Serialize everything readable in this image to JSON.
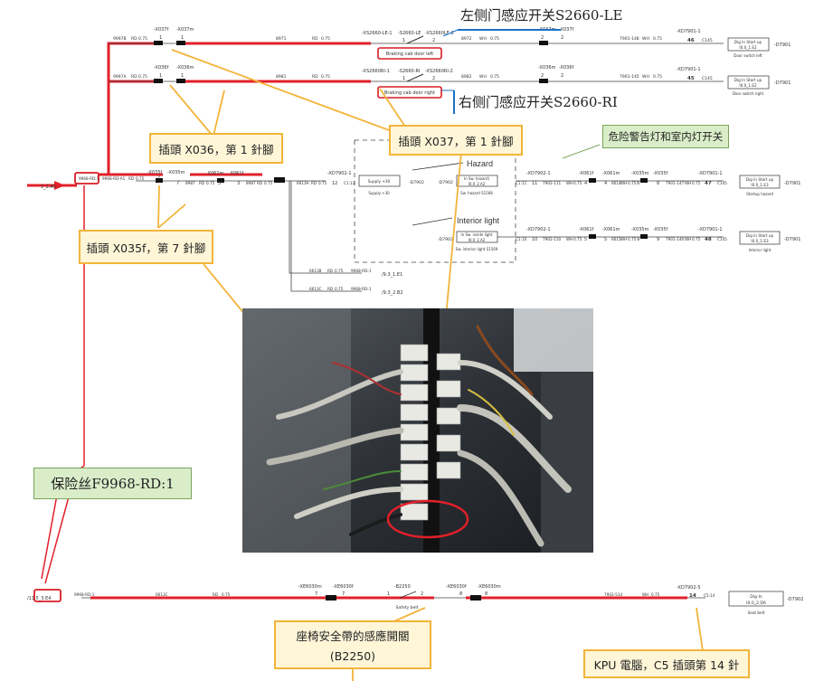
{
  "top_labels": {
    "left_door_switch": "左侧门感应开关S2660-LE",
    "right_door_switch": "右侧门感应开关S2660-RI",
    "hazard_interior_switch": "危险警告灯和室内灯开关"
  },
  "callouts": {
    "x036": "插頭 X036，第 1 針腳",
    "x037": "插頭 X037，第 1 針腳",
    "x035f": "插頭 X035f，第 7 針腳",
    "fuse": "保险丝F9968-RD:1",
    "seat_belt_line1": "座椅安全帶的感應開關",
    "seat_belt_line2": "(B2250)",
    "kpu": "KPU 電腦，C5 插頭第 14 針"
  },
  "row1": {
    "wire_left": "9997B",
    "color1": "RD",
    "gauge1": "0.75",
    "conn1": "-X037f",
    "conn1b": "-X037m",
    "pin1": "1",
    "pin1b": "1",
    "wire2": "8971",
    "color2": "RD",
    "gauge2": "0.75",
    "switch_name": "-XS2660-LE-1",
    "switch_mid": "-S2660-LE",
    "switch_right": "-XS2660LE-2",
    "pin_s1": "1",
    "pin_s2": "2",
    "switch_label": "Braking cab door left",
    "wire3": "8972",
    "color3": "WH",
    "gauge3": "0.75",
    "conn2": "-X037m",
    "conn2b": "-X037f",
    "pin2": "2",
    "pin2b": "2",
    "wire4": "7901-148",
    "color4": "WH",
    "gauge4": "0.75",
    "kpu_conn": "-XD7901-1",
    "kpu_pin": "46",
    "kpu_sub": "C145",
    "box_title": "Dig In Start up",
    "box_addr": "I0.0_1.E2",
    "box_desc": "Door switch left",
    "device": "-D7901"
  },
  "row2": {
    "wire_left": "9997A",
    "color1": "RD",
    "gauge1": "0.75",
    "conn1": "-X036f",
    "conn1b": "-X036m",
    "pin1": "1",
    "pin1b": "1",
    "wire2": "8981",
    "color2": "RD",
    "gauge2": "0.75",
    "switch_name": "-XS2660RI-1",
    "switch_mid": "-S2660-RI",
    "switch_right": "-XS2660RI-2",
    "pin_s1": "1",
    "pin_s2": "2",
    "switch_label": "Braking cab door right",
    "wire3": "8982",
    "color3": "WH",
    "gauge3": "0.75",
    "conn2": "-X036m",
    "conn2b": "-X036f",
    "pin2": "2",
    "pin2b": "2",
    "wire4": "7901-145",
    "color4": "WH",
    "gauge4": "0.75",
    "kpu_conn": "-XD7901-1",
    "kpu_pin": "45",
    "kpu_sub": "C145",
    "box_title": "Dig In Start up",
    "box_addr": "I0.0_1.E2",
    "box_desc": "Door switch right",
    "device": "-D7901"
  },
  "row3": {
    "ref_in": "5_2.A5",
    "fuse_tag": "9968-RD:1",
    "wire1": "9968-RD-A1",
    "color1": "RD",
    "gauge1": "0.75",
    "conn1": "-X035f",
    "conn1b": "-X035m",
    "pin1": "7",
    "pin1b": "7",
    "wire2": "8987",
    "color2": "RD",
    "gauge2": "0.75",
    "conn_a": "-X061m",
    "conn_af": "-X061f",
    "pin_a": "3",
    "pin_b": "3",
    "wire3": "8987",
    "color3": "RD",
    "gauge3": "0.75",
    "wire4": "6613A",
    "color4": "RD",
    "gauge4": "0.75",
    "kpu_in_conn": "-XD7902-1",
    "kpu_in_pin": "12",
    "kpu_in_sub": "C1:13",
    "supply_box": "Supply +30",
    "supply_sub": "Supply +30",
    "dev1": "-D7902",
    "dev2": "-D7902",
    "hazard_label": "Hazard",
    "hazard_box": "In Sw. hazard)",
    "hazard_addr": "I0.0_2.A2",
    "hazard_sub": "Sw. hazard S1568",
    "out_conn": "-XD7902-1",
    "out_pin": "11",
    "out_sub": "C1:11",
    "out_wire": "7902-111",
    "out_color": "WH",
    "out_gauge": "0.75",
    "x061f": "-X061f",
    "x061m": "-X061m",
    "x035m": "-X035m",
    "x035f": "-X035f",
    "p4": "4",
    "p4b": "4",
    "p8": "8",
    "p8b": "8",
    "wire_6614": "6614",
    "color_6614": "WH",
    "gauge_6614": "0.75",
    "wire_7901": "7901-147",
    "color_7901": "WH",
    "gauge_7901": "0.75",
    "kpu_conn": "-XD7901-1",
    "kpu_pin": "47",
    "kpu_sub": "C145",
    "box_title": "Dig In Start up",
    "box_addr": "I0.0_1.E3",
    "box_desc": "Startup hazard",
    "device": "-D7901"
  },
  "row4": {
    "interior_label": "Interior light",
    "box": "In Sw. inside light",
    "addr": "I0.0_2.A2",
    "sub": "Sw. interior light S1569",
    "dev": "-D7902",
    "out_conn": "-XD7902-1",
    "out_pin": "10",
    "out_sub": "C1:10",
    "out_wire": "7902-110",
    "out_color": "WH",
    "out_gauge": "0.75",
    "x061f": "-X061f",
    "x061m": "-X061m",
    "x035m": "-X035m",
    "x035f": "-X035f",
    "p5": "5",
    "p5b": "5",
    "p9": "9",
    "p9b": "9",
    "wire_6615": "6615",
    "color_6615": "WH",
    "gauge_6615": "0.75",
    "wire_7901": "7901-146",
    "color_7901": "WH",
    "gauge_7901": "0.75",
    "kpu_conn": "-XD7901-1",
    "kpu_pin": "48",
    "kpu_sub": "C145",
    "box_title": "Dig In Start up",
    "box_addr": "I0.0_1.E3",
    "box_desc": "Interior light",
    "device": "-D7901"
  },
  "branches": {
    "wire_a": "6613B",
    "color_a": "RD",
    "gauge_a": "0.75",
    "tag_a": "9968-RD-1",
    "ref_a": "/9.3_1.E1",
    "wire_b": "6613C",
    "color_b": "RD",
    "gauge_b": "0.75",
    "tag_b": "9968-RD-1",
    "ref_b": "/9.3_2.B2"
  },
  "row5": {
    "ref_in": "/11.5_3.E4",
    "tag": "9968-RD:1",
    "wire1": "6613C",
    "color1": "RD",
    "gauge1": "0.75",
    "conn1": "-XE6030m",
    "conn1b": "-XE6030f",
    "pin1": "7",
    "pin1b": "7",
    "belt": "-B2250",
    "belt_p1": "1",
    "belt_p2": "2",
    "belt_label": "Safety belt",
    "conn2": "-XE6030f",
    "conn2b": "-XE6030m",
    "pin2": "8",
    "pin2b": "8",
    "wire2": "7902-514",
    "color2": "WH",
    "gauge2": "0.75",
    "kpu_conn": "-XD7902-5",
    "kpu_pin": "14",
    "kpu_sub": "C5:14",
    "box_title": "Dig In",
    "box_addr": "I0.0_2.D6",
    "box_desc": "Seat belt",
    "device": "-D7902"
  },
  "colors": {
    "wire_red": "#e3202a",
    "highlight_red": "#d81c24",
    "blue_line": "#1a73c7",
    "callout_border": "#f3b43a",
    "callout_fill": "#fff6d8",
    "green_fill": "#d9edc9"
  }
}
